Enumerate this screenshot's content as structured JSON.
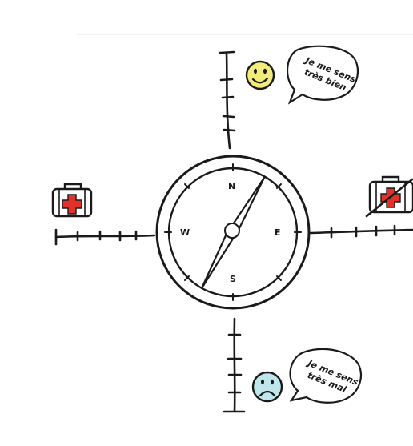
{
  "compass": {
    "north": "N",
    "south": "S",
    "east": "E",
    "west": "W"
  },
  "bubbles": {
    "top": {
      "line1": "Je me sens",
      "line2": "très bien"
    },
    "bottom": {
      "line1": "Je me sens",
      "line2": "très mal"
    }
  },
  "icons": {
    "top": "smiley-face-icon",
    "bottom": "sad-face-icon",
    "left": "first-aid-kit-icon",
    "right": "crossed-out-first-aid-kit-icon"
  },
  "colors": {
    "smiley": "#f3ec7a",
    "sad_face": "#bfe6ea",
    "kit_cross": "#e0312a",
    "ink": "#1a1a1a"
  }
}
